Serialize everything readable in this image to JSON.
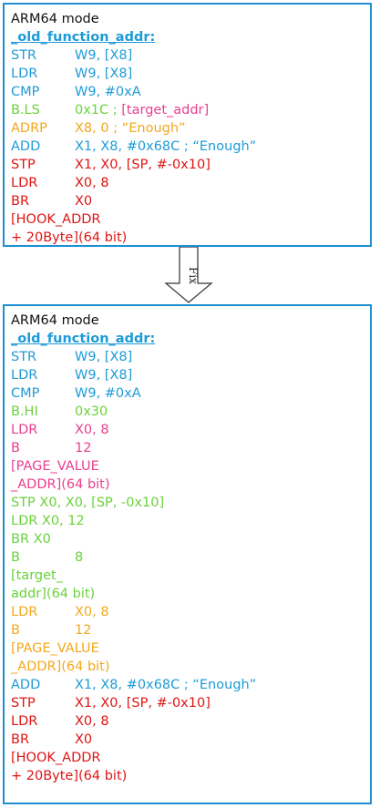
{
  "colors": {
    "border": "#1f8fd1",
    "black": "#111111",
    "blue": "#1e9bd7",
    "green": "#6ad23c",
    "orange": "#f2a81d",
    "magenta": "#ea3f8e",
    "red": "#e01414"
  },
  "arrow_label": "Fix",
  "before": {
    "lines": [
      {
        "mn": "ARM64 mode",
        "ops": "",
        "color": "black",
        "full": true
      },
      {
        "mn": "_old_function_addr:",
        "ops": "",
        "color": "blue",
        "full": true,
        "bold": true,
        "underline": true
      },
      {
        "mn": "STR",
        "ops": "W9, [X8]",
        "color": "blue"
      },
      {
        "mn": "LDR",
        "ops": "W9, [X8]",
        "color": "blue"
      },
      {
        "mn": "CMP",
        "ops": "W9, #0xA",
        "color": "blue"
      },
      {
        "mn": "B.LS",
        "ops": "0x1C ; [target_addr]",
        "color": "green",
        "ops_color": "magenta",
        "ops_split": [
          "0x1C ; ",
          "[target_addr]"
        ]
      },
      {
        "mn": "ADRP",
        "ops": "X8, 0 ;  “Enough”",
        "color": "orange"
      },
      {
        "mn": "ADD",
        "ops": "X1, X8, #0x68C ;  “Enough”",
        "color": "blue"
      },
      {
        "mn": "STP",
        "ops": "X1, X0, [SP, #-0x10]",
        "color": "red"
      },
      {
        "mn": "LDR",
        "ops": "X0, 8",
        "color": "red"
      },
      {
        "mn": "BR",
        "ops": "X0",
        "color": "red"
      },
      {
        "mn": "[HOOK_ADDR",
        "ops": "",
        "color": "red",
        "full": true
      },
      {
        "mn": " + 20Byte](64 bit)",
        "ops": "",
        "color": "red",
        "full": true
      }
    ]
  },
  "after": {
    "lines": [
      {
        "mn": "ARM64 mode",
        "ops": "",
        "color": "black",
        "full": true
      },
      {
        "mn": "_old_function_addr:",
        "ops": "",
        "color": "blue",
        "full": true,
        "bold": true,
        "underline": true
      },
      {
        "mn": "STR",
        "ops": "W9, [X8]",
        "color": "blue"
      },
      {
        "mn": "LDR",
        "ops": "W9, [X8]",
        "color": "blue"
      },
      {
        "mn": "CMP",
        "ops": "W9, #0xA",
        "color": "blue"
      },
      {
        "mn": "B.HI",
        "ops": "0x30",
        "color": "green"
      },
      {
        "mn": "LDR",
        "ops": "X0, 8",
        "color": "magenta"
      },
      {
        "mn": "B",
        "ops": "12",
        "color": "magenta"
      },
      {
        "mn": "[PAGE_VALUE",
        "ops": "",
        "color": "magenta",
        "full": true
      },
      {
        "mn": "_ADDR](64 bit)",
        "ops": "",
        "color": "magenta",
        "full": true
      },
      {
        "mn": "STP X0, X0, [SP, -0x10]",
        "ops": "",
        "color": "green",
        "full": true
      },
      {
        "mn": "LDR X0, 12",
        "ops": "",
        "color": "green",
        "full": true
      },
      {
        "mn": "BR X0",
        "ops": "",
        "color": "green",
        "full": true
      },
      {
        "mn": "B",
        "ops": "8",
        "color": "green"
      },
      {
        "mn": "[target_",
        "ops": "",
        "color": "green",
        "full": true
      },
      {
        "mn": "addr](64 bit)",
        "ops": "",
        "color": "green",
        "full": true
      },
      {
        "mn": "LDR",
        "ops": "X0, 8",
        "color": "orange"
      },
      {
        "mn": "B",
        "ops": "12",
        "color": "orange"
      },
      {
        "mn": "[PAGE_VALUE",
        "ops": "",
        "color": "orange",
        "full": true
      },
      {
        "mn": "_ADDR](64 bit)",
        "ops": "",
        "color": "orange",
        "full": true
      },
      {
        "mn": "ADD",
        "ops": "X1, X8, #0x68C ;  “Enough”",
        "color": "blue"
      },
      {
        "mn": "STP",
        "ops": "X1, X0, [SP, #-0x10]",
        "color": "red"
      },
      {
        "mn": "LDR",
        "ops": "X0, 8",
        "color": "red"
      },
      {
        "mn": "BR",
        "ops": "X0",
        "color": "red"
      },
      {
        "mn": "[HOOK_ADDR",
        "ops": "",
        "color": "red",
        "full": true
      },
      {
        "mn": " + 20Byte](64 bit)",
        "ops": "",
        "color": "red",
        "full": true
      }
    ]
  }
}
